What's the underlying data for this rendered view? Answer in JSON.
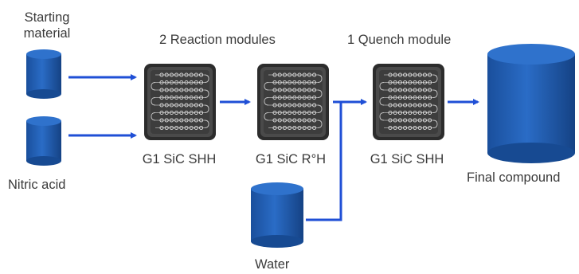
{
  "labels": {
    "starting_material": [
      "Starting",
      "material"
    ],
    "nitric_acid": "Nitric acid",
    "water": "Water",
    "final_compound": "Final compound",
    "reaction_modules": "2 Reaction modules",
    "quench_module": "1 Quench module",
    "module1": "G1 SiC SHH",
    "module2": "G1 SiC R°H",
    "module3": "G1 SiC SHH"
  },
  "colors": {
    "arrow": "#1f4fd6",
    "tank_side": "#1b56a8",
    "tank_top": "#2a6bc4",
    "module_body": "#3a3a3a",
    "module_plate": "#4a4a4a",
    "channel": "#e6e6e6"
  }
}
